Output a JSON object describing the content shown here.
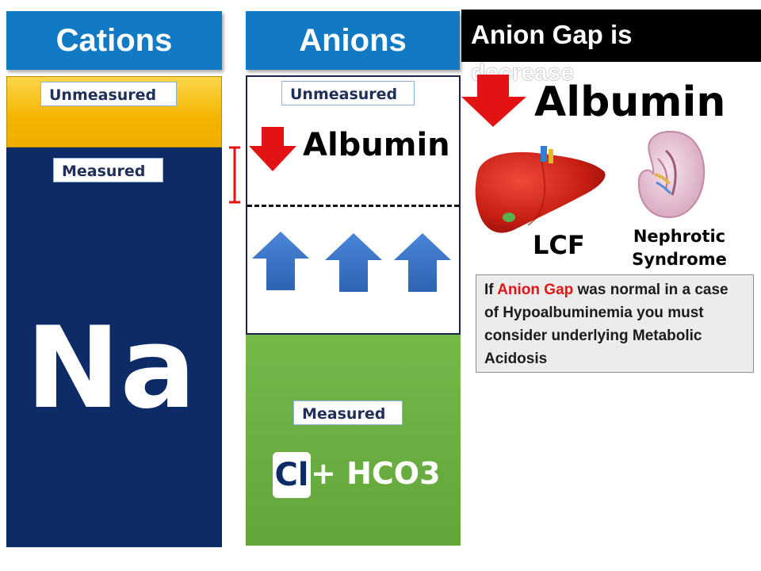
{
  "cations": {
    "header": "Cations",
    "unmeasured_label": "Unmeasured",
    "measured_label": "Measured",
    "ion": "Na"
  },
  "anions": {
    "header": "Anions",
    "unmeasured_label": "Unmeasured",
    "unmeasured_item": "Albumin",
    "measured_label": "Measured",
    "chloride": "Cl",
    "plus_bicarb": "+ HCO3"
  },
  "right": {
    "title": "Anion Gap is",
    "title_overflow": "decrease",
    "albumin": "Albumin",
    "organs": [
      {
        "icon": "liver-icon",
        "label": "LCF"
      },
      {
        "icon": "kidney-icon",
        "label": "Nephrotic\nSyndrome"
      }
    ],
    "note": {
      "prefix": "If ",
      "highlight": "Anion Gap",
      "suffix": " was normal in a case of Hypoalbuminemia you must consider underlying Metabolic Acidosis"
    }
  },
  "colors": {
    "header_blue": "#1279c4",
    "cation_measured": "#0d2b66",
    "cation_unmeasured": "#f7b500",
    "anion_measured": "#6cb043",
    "arrow_down": "#e41313",
    "arrow_up": "#3f79c9",
    "highlight": "#e01515"
  }
}
